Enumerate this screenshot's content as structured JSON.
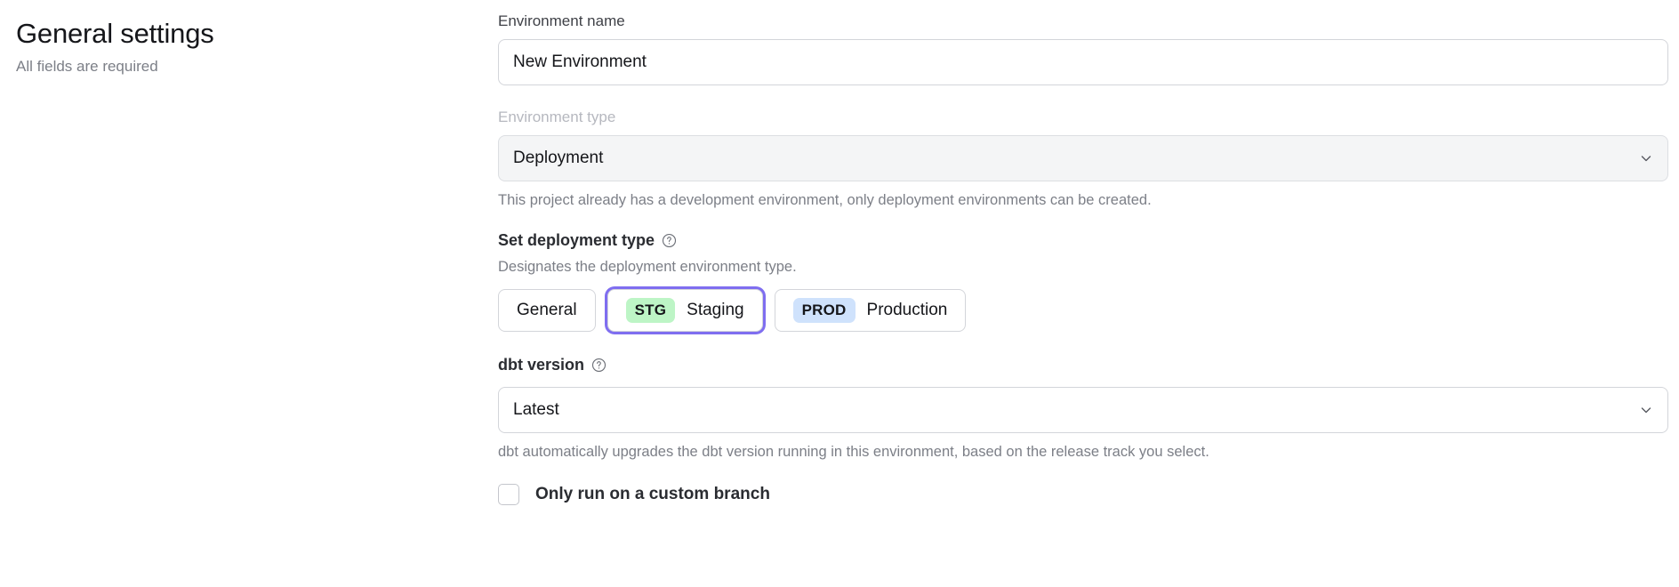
{
  "header": {
    "title": "General settings",
    "subtitle": "All fields are required"
  },
  "form": {
    "environment_name": {
      "label": "Environment name",
      "value": "New Environment",
      "placeholder": "Environment name"
    },
    "environment_type": {
      "label": "Environment type",
      "value": "Deployment",
      "disabled": true,
      "help_text": "This project already has a development environment, only deployment environments can be created.",
      "chevron_icon": "chevron-down-icon"
    },
    "deployment_type": {
      "heading": "Set deployment type",
      "info_icon": "help-circle-icon",
      "description": "Designates the deployment environment type.",
      "options": [
        {
          "label": "General",
          "badge": null,
          "selected": false
        },
        {
          "label": "Staging",
          "badge": "STG",
          "badge_color": "#bdf5c6",
          "selected": true
        },
        {
          "label": "Production",
          "badge": "PROD",
          "badge_color": "#cfe2fc",
          "selected": false
        }
      ],
      "focus_ring_color": "#7f6ef0"
    },
    "dbt_version": {
      "heading": "dbt version",
      "info_icon": "help-circle-icon",
      "value": "Latest",
      "help_text": "dbt automatically upgrades the dbt version running in this environment, based on the release track you select.",
      "chevron_icon": "chevron-down-icon"
    },
    "custom_branch": {
      "label": "Only run on a custom branch",
      "checked": false
    }
  }
}
